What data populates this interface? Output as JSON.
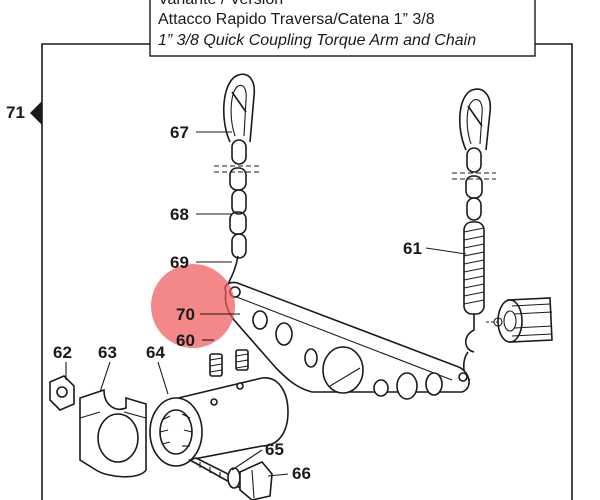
{
  "header": {
    "cut_line": "Variante / Version",
    "title_it": "Attacco Rapido Traversa/Catena 1” 3/8",
    "title_en": "1” 3/8 Quick Coupling Torque Arm and Chain"
  },
  "page_ref": "71",
  "callouts": {
    "c60": "60",
    "c61": "61",
    "c62": "62",
    "c63": "63",
    "c64": "64",
    "c65": "65",
    "c66": "66",
    "c67": "67",
    "c68": "68",
    "c69": "69",
    "c70": "70"
  },
  "colors": {
    "line": "#1a1a1a",
    "highlight": "#f05a5a",
    "background": "#ffffff"
  },
  "highlight": {
    "target": "70"
  }
}
